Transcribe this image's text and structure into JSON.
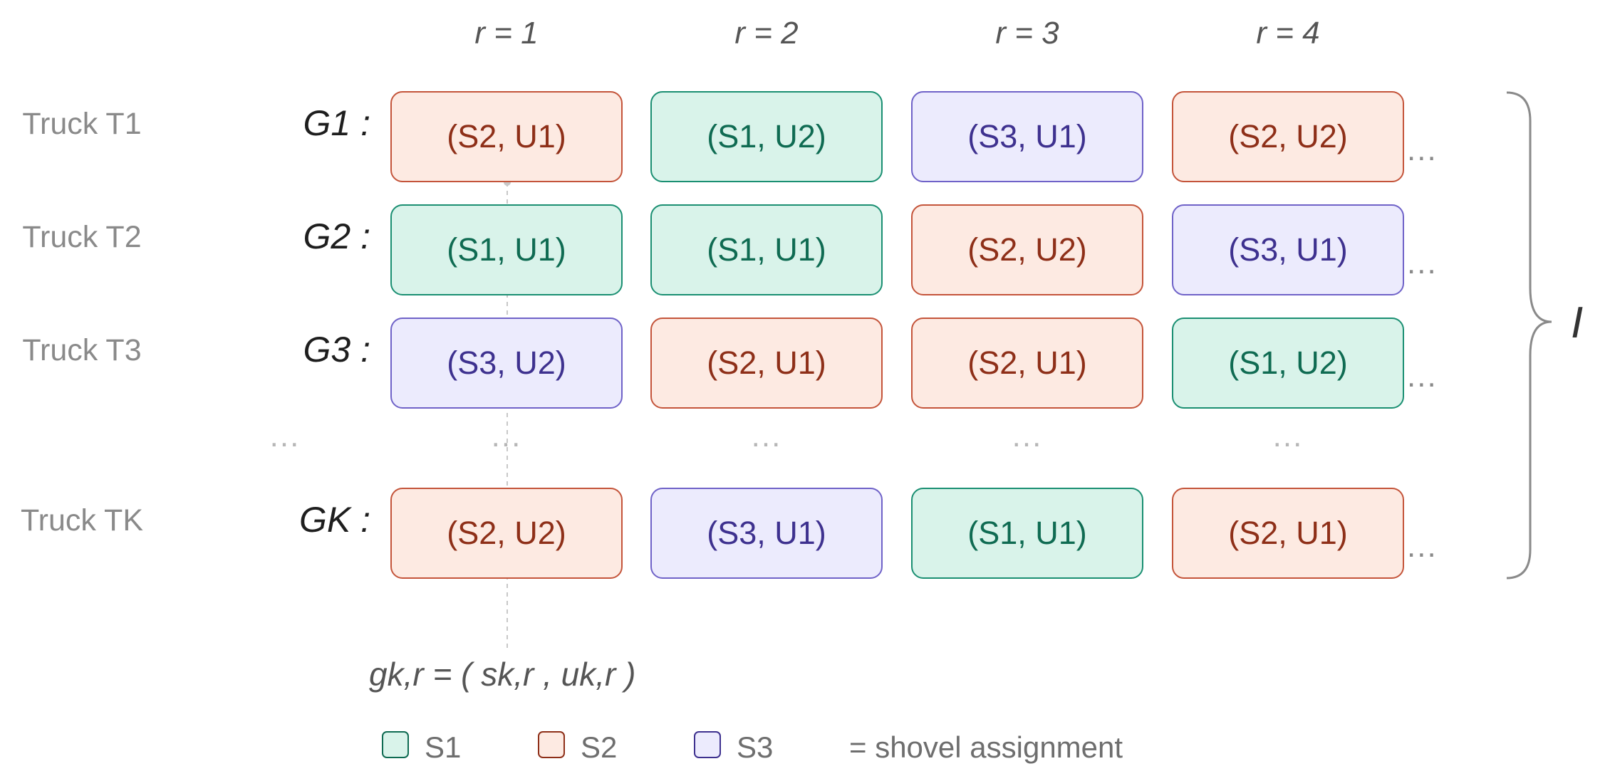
{
  "columns": [
    "r = 1",
    "r = 2",
    "r = 3",
    "r = 4"
  ],
  "rows": [
    {
      "truck": "Truck T1",
      "gene": "G1 :",
      "cells": [
        {
          "text": "(S2, U1)",
          "shovel": "S2"
        },
        {
          "text": "(S1, U2)",
          "shovel": "S1"
        },
        {
          "text": "(S3, U1)",
          "shovel": "S3"
        },
        {
          "text": "(S2, U2)",
          "shovel": "S2"
        }
      ],
      "more": "..."
    },
    {
      "truck": "Truck T2",
      "gene": "G2 :",
      "cells": [
        {
          "text": "(S1, U1)",
          "shovel": "S1"
        },
        {
          "text": "(S1, U1)",
          "shovel": "S1"
        },
        {
          "text": "(S2, U2)",
          "shovel": "S2"
        },
        {
          "text": "(S3, U1)",
          "shovel": "S3"
        }
      ],
      "more": "..."
    },
    {
      "truck": "Truck T3",
      "gene": "G3 :",
      "cells": [
        {
          "text": "(S3, U2)",
          "shovel": "S3"
        },
        {
          "text": "(S2, U1)",
          "shovel": "S2"
        },
        {
          "text": "(S2, U1)",
          "shovel": "S2"
        },
        {
          "text": "(S1, U2)",
          "shovel": "S1"
        }
      ],
      "more": "..."
    },
    {
      "truck": "Truck TK",
      "gene": "GK :",
      "cells": [
        {
          "text": "(S2, U2)",
          "shovel": "S2"
        },
        {
          "text": "(S3, U1)",
          "shovel": "S3"
        },
        {
          "text": "(S1, U1)",
          "shovel": "S1"
        },
        {
          "text": "(S2, U1)",
          "shovel": "S2"
        }
      ],
      "more": "..."
    }
  ],
  "ellipsis_row": "...",
  "formula": "gk,r = ( sk,r , uk,r )",
  "set_label": "I",
  "legend": {
    "items": [
      {
        "label": "S1",
        "shovel": "S1"
      },
      {
        "label": "S2",
        "shovel": "S2"
      },
      {
        "label": "S3",
        "shovel": "S3"
      }
    ],
    "note": "= shovel assignment"
  },
  "colors": {
    "S1": {
      "fill": "#d9f3ea",
      "stroke": "#1a8f72",
      "text": "#0f6b52"
    },
    "S2": {
      "fill": "#fdeae2",
      "stroke": "#c4543a",
      "text": "#8e2f18"
    },
    "S3": {
      "fill": "#ecebfd",
      "stroke": "#6f62c8",
      "text": "#3e318f"
    }
  }
}
